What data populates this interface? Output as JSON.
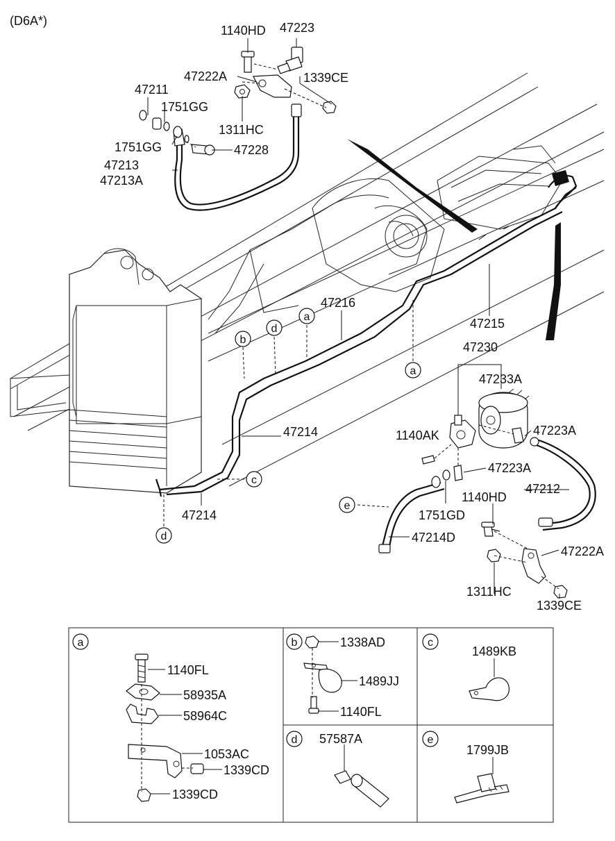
{
  "variant": "(D6A*)",
  "callouts": {
    "p1140HD_top": "1140HD",
    "p47223": "47223",
    "p47222A_top": "47222A",
    "p1339CE_top": "1339CE",
    "p47211": "47211",
    "p1751GG_a": "1751GG",
    "p1311HC_top": "1311HC",
    "p1751GG_b": "1751GG",
    "p47228": "47228",
    "p47213": "47213",
    "p47213A": "47213A",
    "p47216": "47216",
    "p47215": "47215",
    "p47230": "47230",
    "p47233A": "47233A",
    "p1140AK": "1140AK",
    "p47223A_a": "47223A",
    "p47223A_b": "47223A",
    "p47212": "47212",
    "p47214_a": "47214",
    "p47214_b": "47214",
    "p1140HD_bot": "1140HD",
    "p1751GD": "1751GD",
    "p47214D": "47214D",
    "p47222A_bot": "47222A",
    "p1311HC_bot": "1311HC",
    "p1339CE_bot": "1339CE"
  },
  "circles": {
    "a1": "a",
    "b1": "b",
    "c1": "c",
    "d1": "d",
    "d2": "d",
    "a2": "a",
    "e1": "e"
  },
  "panels": {
    "a": {
      "tag": "a",
      "parts": [
        "1140FL",
        "58935A",
        "58964C",
        "1053AC",
        "1339CD",
        "1339CD"
      ]
    },
    "b": {
      "tag": "b",
      "parts": [
        "1338AD",
        "1489JJ",
        "1140FL"
      ]
    },
    "c": {
      "tag": "c",
      "parts": [
        "1489KB"
      ]
    },
    "d": {
      "tag": "d",
      "parts": [
        "57587A"
      ]
    },
    "e": {
      "tag": "e",
      "parts": [
        "1799JB"
      ]
    }
  }
}
